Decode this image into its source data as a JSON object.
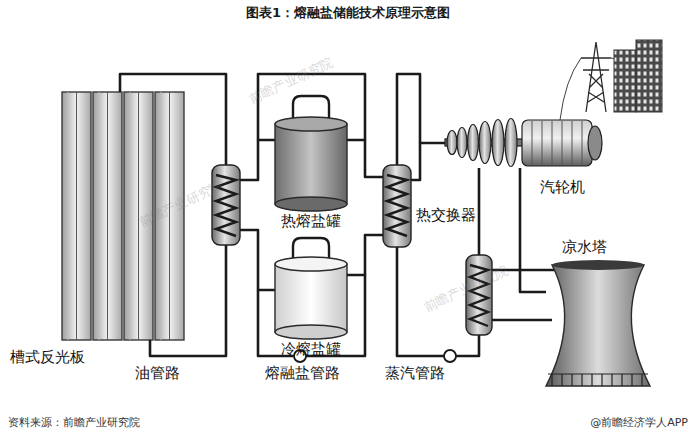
{
  "diagram": {
    "title": "图表1：熔融盐储能技术原理示意图",
    "nodes": [
      {
        "text": [
          "槽式反光板"
        ]
      },
      {
        "text": [
          "热熔盐罐"
        ]
      },
      {
        "text": [
          "冷熔盐罐"
        ]
      },
      {
        "text": [
          "热交换器"
        ]
      },
      {
        "text": [
          "汽轮机"
        ]
      },
      {
        "text": [
          "凉水塔"
        ]
      }
    ],
    "edges": [
      {
        "from": 1,
        "to": 3,
        "arrow": "none"
      },
      {
        "from": 2,
        "to": 3,
        "arrow": "none"
      },
      {
        "from": 3,
        "to": 4,
        "arrow": "none"
      },
      {
        "from": 4,
        "to": 5,
        "arrow": "none"
      }
    ],
    "labels": [
      "油管路",
      "熔融盐管路",
      "蒸汽管路",
      "资料来源：前瞻产业研究院",
      "@前瞻经济学人APP",
      "前瞻产业研究院",
      "前瞻产业研究院",
      "前瞻产业研究院"
    ]
  }
}
